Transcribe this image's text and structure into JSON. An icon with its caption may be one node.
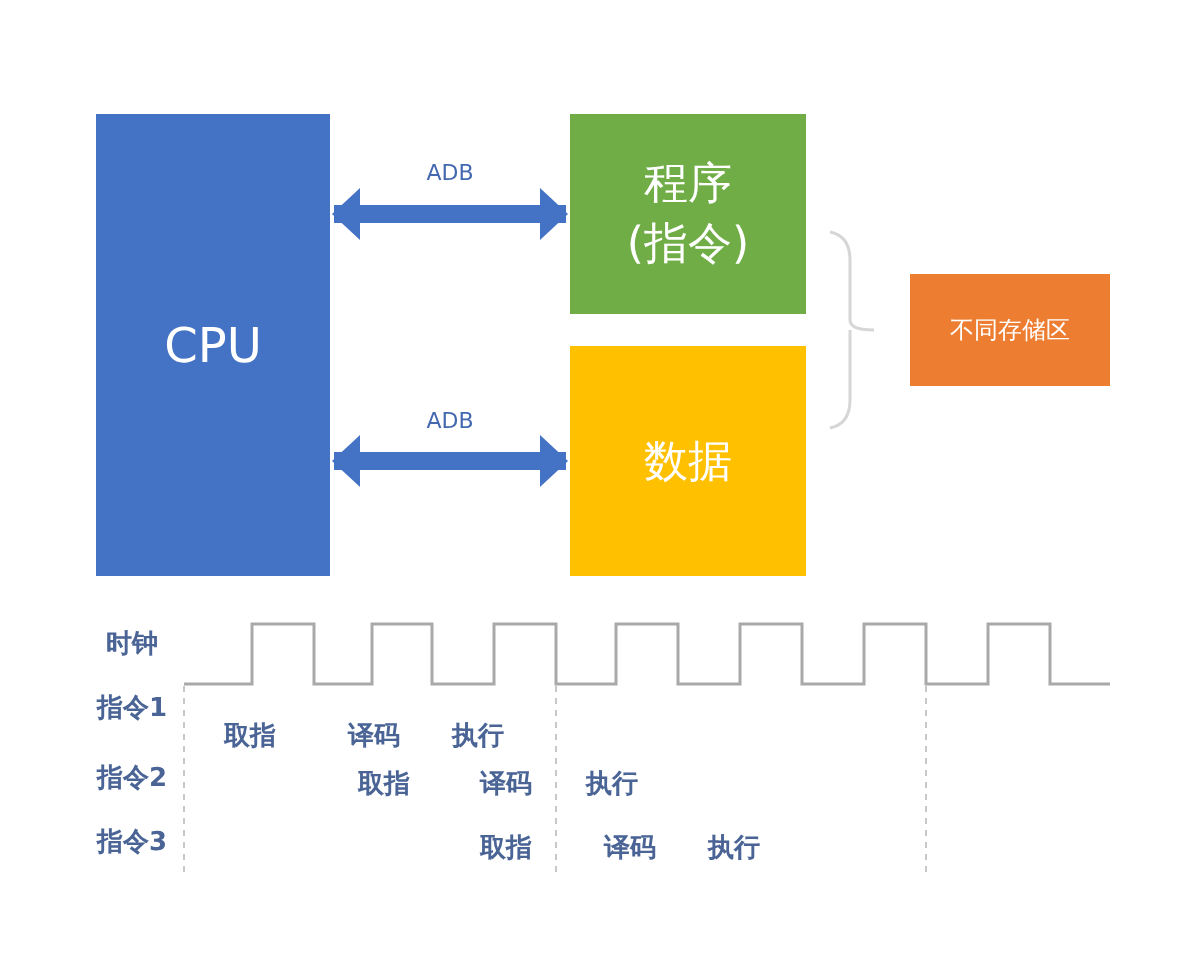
{
  "diagram": {
    "nodes": [
      {
        "text": [
          "CPU"
        ]
      },
      {
        "text": [
          "程序 (指令)"
        ]
      },
      {
        "text": [
          "数据"
        ]
      },
      {
        "text": [
          "不同存储区"
        ]
      }
    ],
    "edges": [
      {
        "from": 0,
        "to": 1,
        "arrow": "both",
        "label": "ADB"
      },
      {
        "from": 0,
        "to": 2,
        "arrow": "both",
        "label": "ADB"
      }
    ],
    "labels": [
      "时钟",
      "指令1",
      "取指",
      "译码",
      "执行",
      "指令2",
      "取指",
      "译码",
      "执行",
      "指令3",
      "取指",
      "译码",
      "执行"
    ]
  }
}
